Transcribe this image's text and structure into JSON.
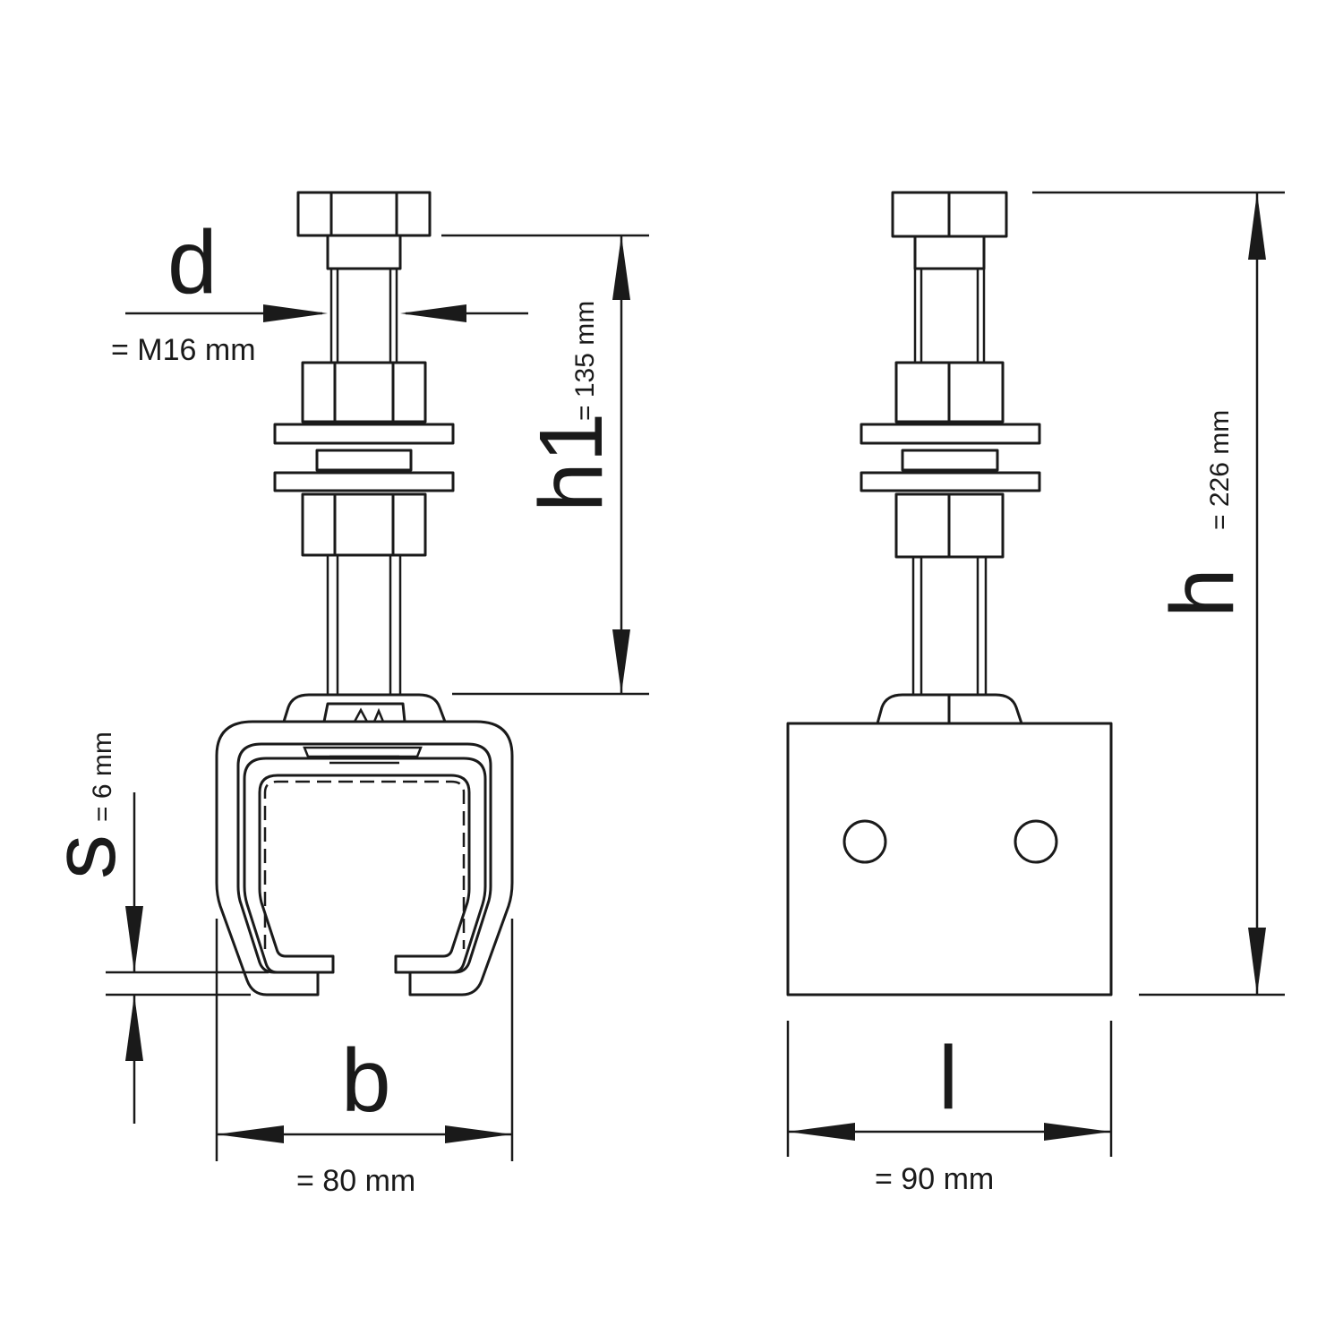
{
  "labels": {
    "d": "d",
    "d_value": "= M16 mm",
    "h1": "h1",
    "h1_value": "= 135 mm",
    "h": "h",
    "h_value": "= 226 mm",
    "s": "s",
    "s_value": "= 6 mm",
    "b": "b",
    "b_value": "= 80 mm",
    "l": "l",
    "l_value": "= 90 mm"
  }
}
